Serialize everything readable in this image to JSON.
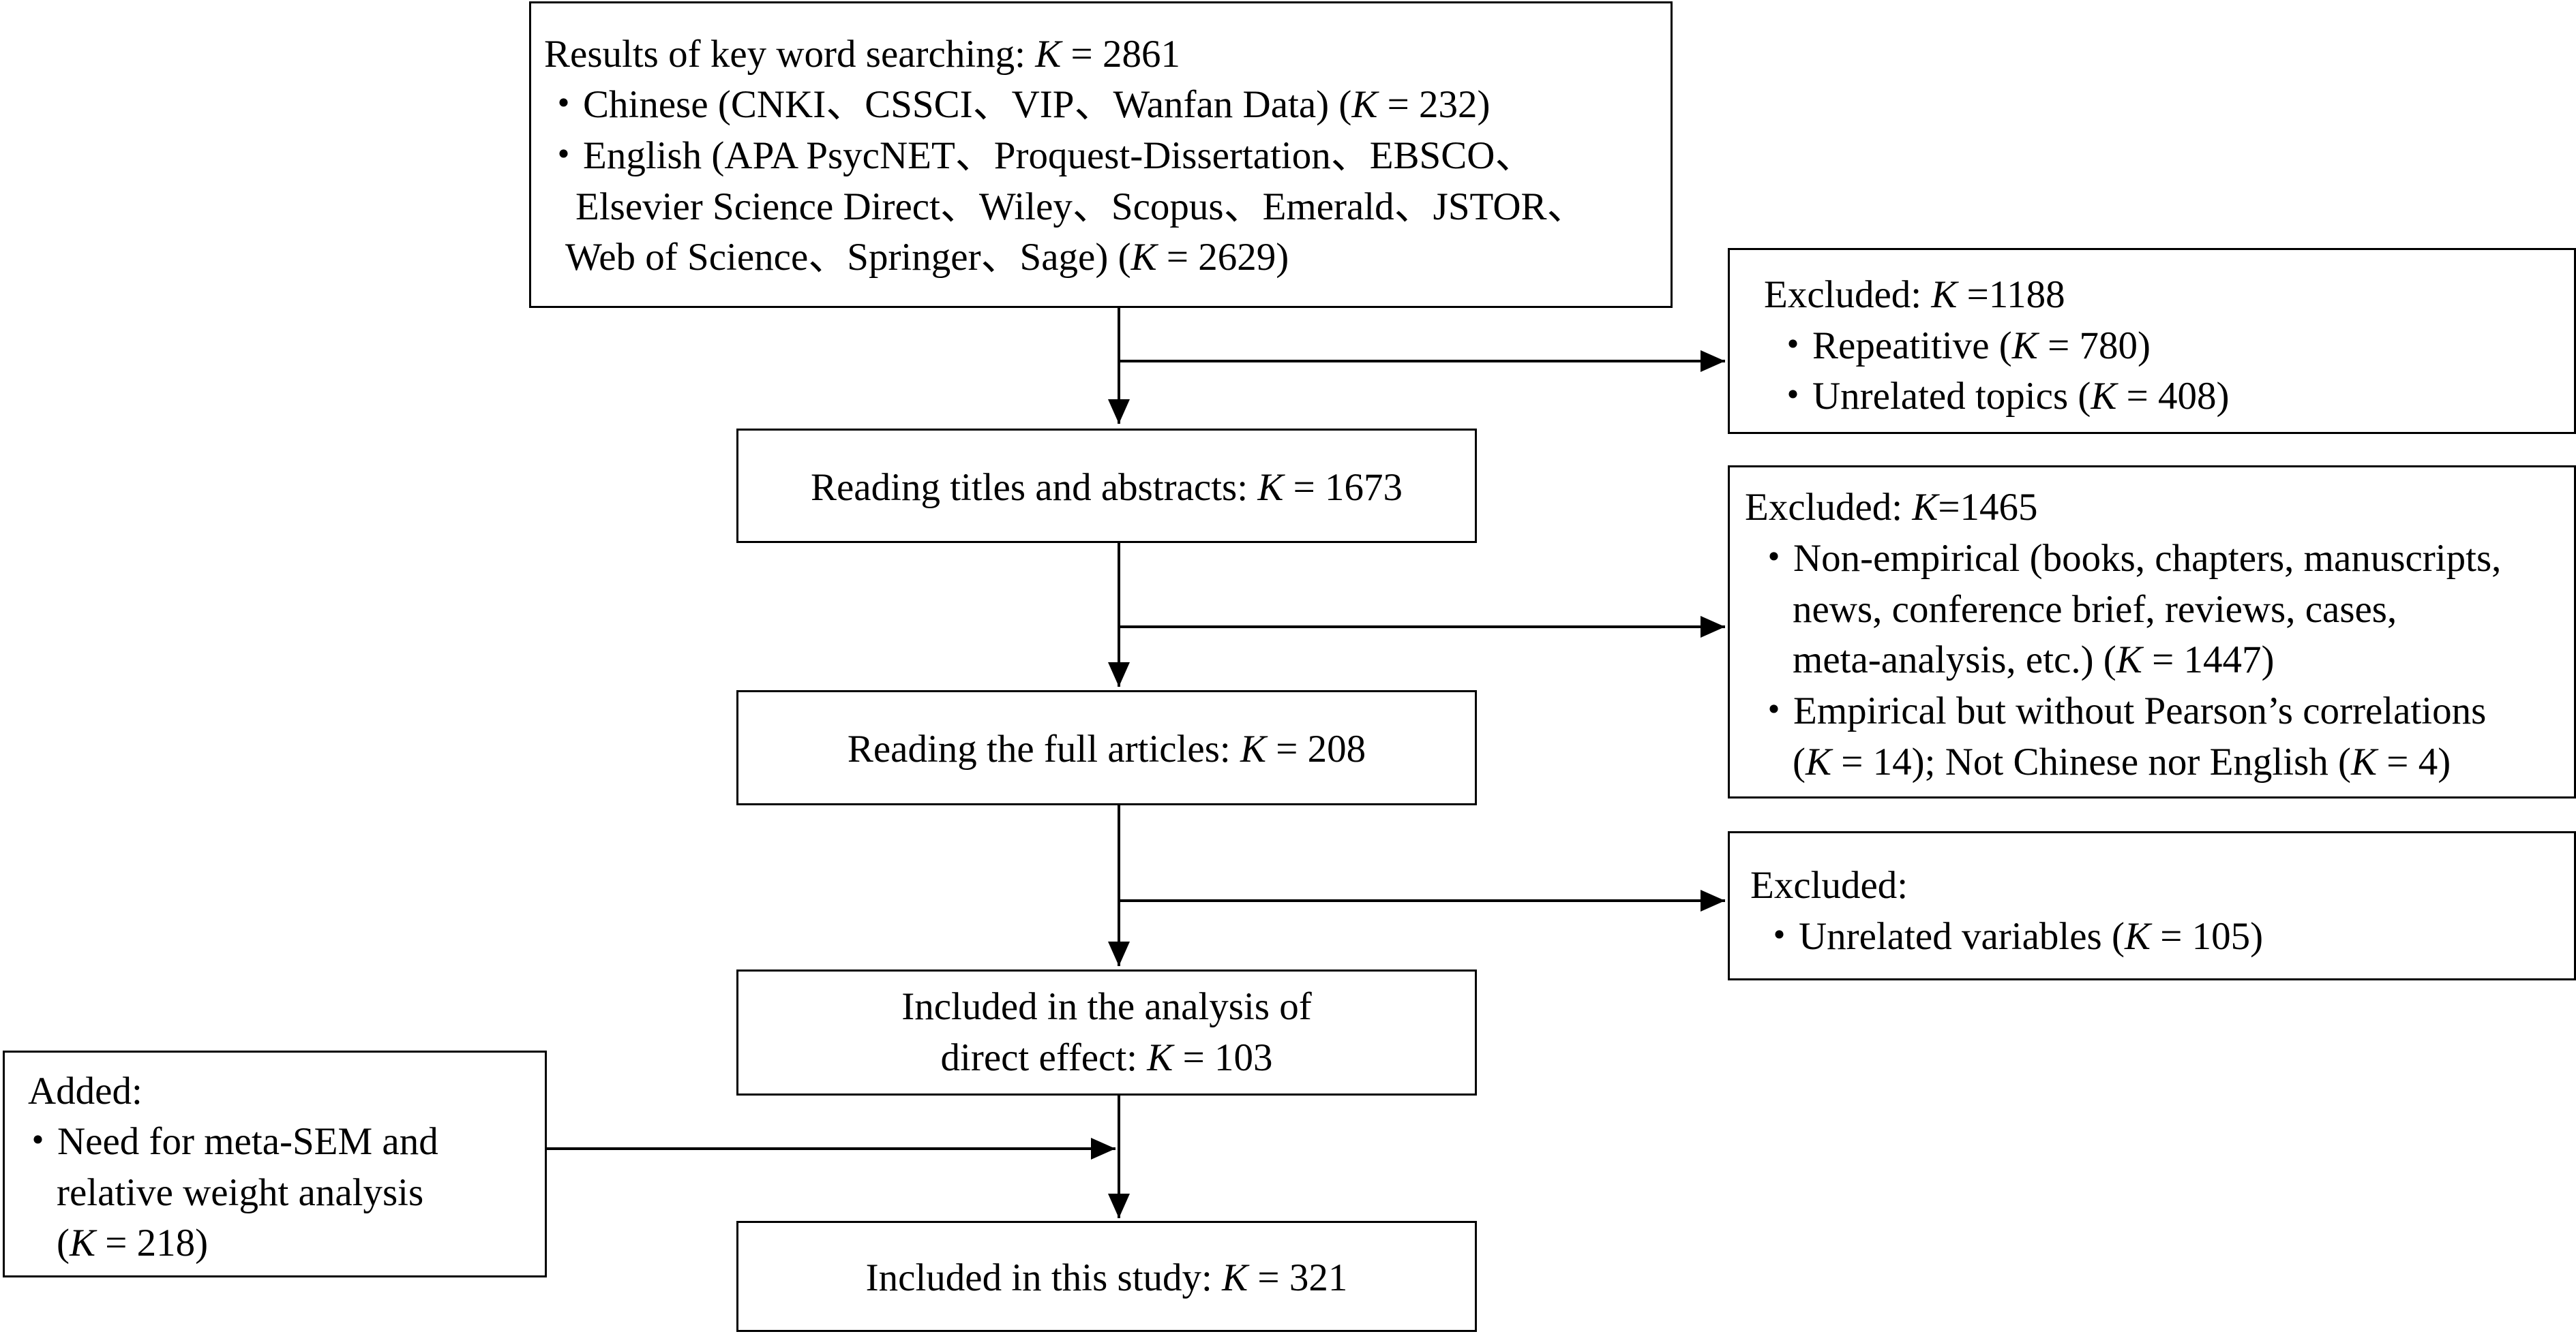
{
  "search": {
    "title_prefix": "Results of key word searching: ",
    "title_k": "K",
    "title_rest": " = 2861",
    "chinese_prefix": "・Chinese (CNKI、CSSCI、VIP、Wanfan Data)  (",
    "chinese_k": "K",
    "chinese_rest": " = 232)",
    "english_line1": "・English (APA PsycNET、Proquest-Dissertation、EBSCO、",
    "english_line2": "Elsevier Science Direct、Wiley、Scopus、Emerald、JSTOR、",
    "english_line3_prefix": "Web of Science、Springer、Sage) (",
    "english_line3_k": "K",
    "english_line3_rest": " = 2629)"
  },
  "excluded1": {
    "title_prefix": "Excluded: ",
    "title_k": "K",
    "title_rest": " =1188",
    "item1_prefix": "・Repeatitive (",
    "item1_k": "K",
    "item1_rest": " = 780)",
    "item2_prefix": "・Unrelated topics (",
    "item2_k": "K",
    "item2_rest": " = 408)"
  },
  "reading_titles": {
    "prefix": "Reading titles and abstracts: ",
    "k": "K",
    "rest": " = 1673"
  },
  "excluded2": {
    "title_prefix": "Excluded: ",
    "title_k": "K",
    "title_rest": "=1465",
    "item1_line1": "・Non-empirical (books, chapters, manuscripts,",
    "item1_line2": "news, conference brief, reviews, cases,",
    "item1_line3_prefix": "meta-analysis, etc.) (",
    "item1_line3_k": "K",
    "item1_line3_rest": " = 1447)",
    "item2_line1": "・Empirical but without Pearson’s correlations",
    "item2_line2_a": "(",
    "item2_line2_k1": "K",
    "item2_line2_b": " = 14); Not Chinese nor English (",
    "item2_line2_k2": "K",
    "item2_line2_c": " = 4)"
  },
  "reading_full": {
    "prefix": "Reading the full articles: ",
    "k": "K",
    "rest": " = 208"
  },
  "excluded3": {
    "title": "Excluded:",
    "item1_prefix": "・Unrelated variables (",
    "item1_k": "K",
    "item1_rest": " = 105)"
  },
  "included_direct": {
    "line1": "Included in the analysis of",
    "line2_prefix": "direct effect: ",
    "line2_k": "K",
    "line2_rest": " = 103"
  },
  "added": {
    "title": "Added:",
    "line1": "・Need for meta-SEM and",
    "line2": "relative weight analysis",
    "line3_a": "(",
    "line3_k": "K",
    "line3_b": " = 218)"
  },
  "included_study": {
    "prefix": "Included in this study: ",
    "k": "K",
    "rest": " = 321"
  }
}
